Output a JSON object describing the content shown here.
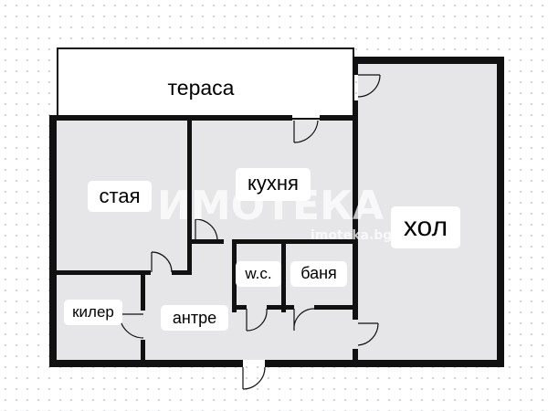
{
  "plan": {
    "rooms": {
      "terrace": "тераса",
      "room": "стая",
      "kitchen": "кухня",
      "hall": "хол",
      "storage": "килер",
      "entry": "антре",
      "wc": "w.c.",
      "bath": "баня"
    },
    "watermark": {
      "brand": "ИМОТЕКА",
      "site": "imoteka.bg"
    },
    "colors": {
      "wall": "#111111",
      "floor": "#e6e6e8",
      "background": "#ffffff",
      "dot_grid": "#c9cdd2"
    }
  }
}
